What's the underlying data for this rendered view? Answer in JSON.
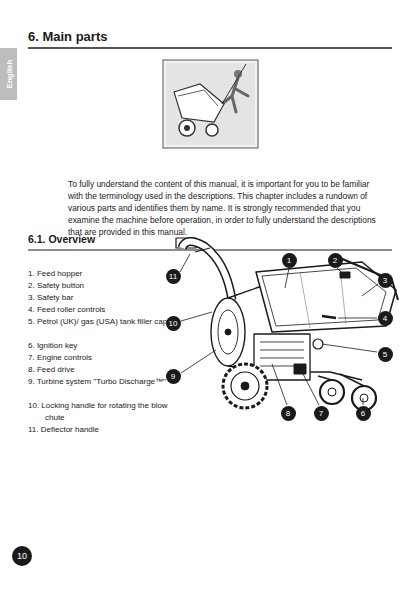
{
  "diagram": {
    "title": "6. Main parts",
    "nodes": [
      {
        "text": [
          "English"
        ]
      },
      {
        "text": [
          "1"
        ]
      },
      {
        "text": [
          "2"
        ]
      },
      {
        "text": [
          "3"
        ]
      },
      {
        "text": [
          "4"
        ]
      },
      {
        "text": [
          "5"
        ]
      },
      {
        "text": [
          "6"
        ]
      },
      {
        "text": [
          "7"
        ]
      },
      {
        "text": [
          "8"
        ]
      },
      {
        "text": [
          "9"
        ]
      },
      {
        "text": [
          "10"
        ]
      },
      {
        "text": [
          "11"
        ]
      },
      {
        "text": [
          "10"
        ]
      }
    ],
    "labels": [
      "6.1. Overview",
      "To fully understand the content of this manual, it is important for you to be familiar with the terminology used in the descriptions. This chapter includes a rundown of various parts and identifies them by name. It is strongly recommended that you examine the machine before operation, in order to fully understand the descriptions that are provided in this manual.",
      "1. Feed hopper",
      "2. Safety button",
      "3. Safety bar",
      "4. Feed roller controls",
      "5. Petrol (UK)/ gas (USA) tank filler cap",
      "6. Ignition key",
      "7. Engine controls",
      "8. Feed drive",
      "9. Turbine system \"Turbo Discharge™\"",
      "10. Locking handle for rotating the blow chute",
      "11. Deflector handle"
    ]
  }
}
